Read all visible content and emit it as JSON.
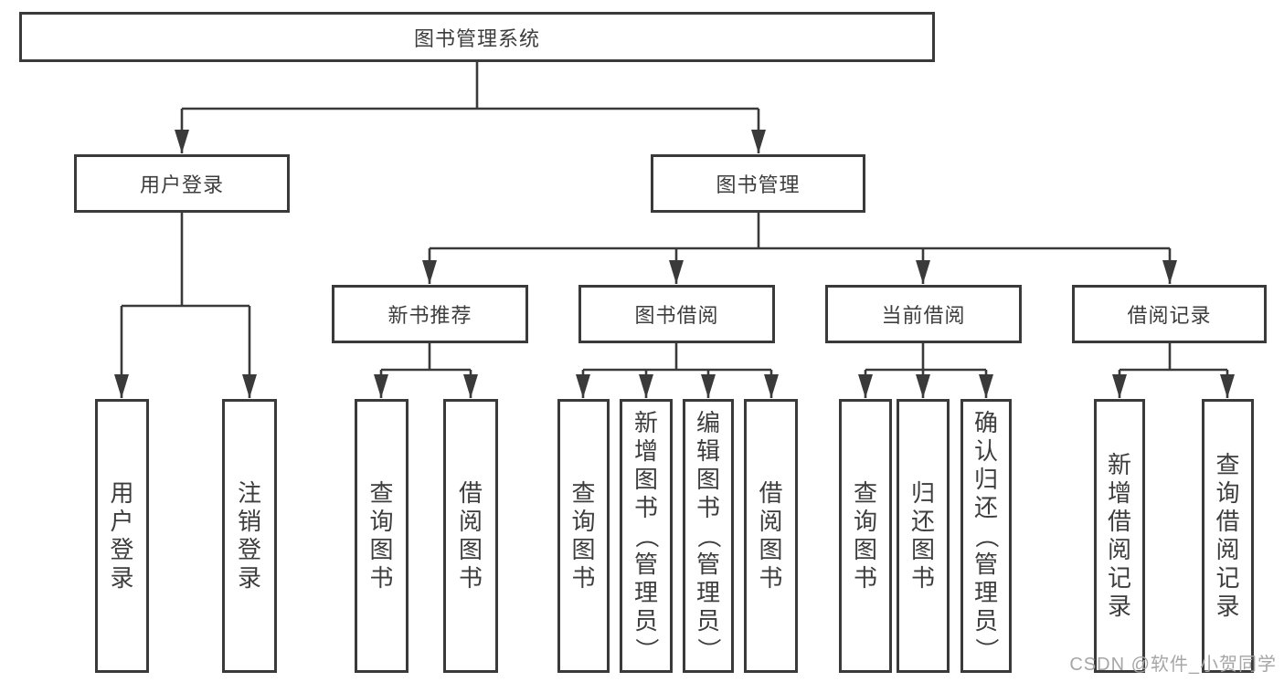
{
  "tree": {
    "label": "图书管理系统",
    "children": [
      {
        "label": "用户登录",
        "children": [
          {
            "label": "用户登录"
          },
          {
            "label": "注销登录"
          }
        ]
      },
      {
        "label": "图书管理",
        "children": [
          {
            "label": "新书推荐",
            "children": [
              {
                "label": "查询图书"
              },
              {
                "label": "借阅图书"
              }
            ]
          },
          {
            "label": "图书借阅",
            "children": [
              {
                "label": "查询图书"
              },
              {
                "label": "新增图书（管理员）"
              },
              {
                "label": "编辑图书（管理员）"
              },
              {
                "label": "借阅图书"
              }
            ]
          },
          {
            "label": "当前借阅",
            "children": [
              {
                "label": "查询图书"
              },
              {
                "label": "归还图书"
              },
              {
                "label": "确认归还（管理员）"
              }
            ]
          },
          {
            "label": "借阅记录",
            "children": [
              {
                "label": "新增借阅记录"
              },
              {
                "label": "查询借阅记录"
              }
            ]
          }
        ]
      }
    ]
  },
  "watermark": "CSDN @软件_小贺同学",
  "colors": {
    "line": "#3a3a3a",
    "text": "#3d3d3d",
    "box_background": "#ffffff",
    "watermark": "#a6a6a6",
    "page_background": "#ffffff"
  }
}
